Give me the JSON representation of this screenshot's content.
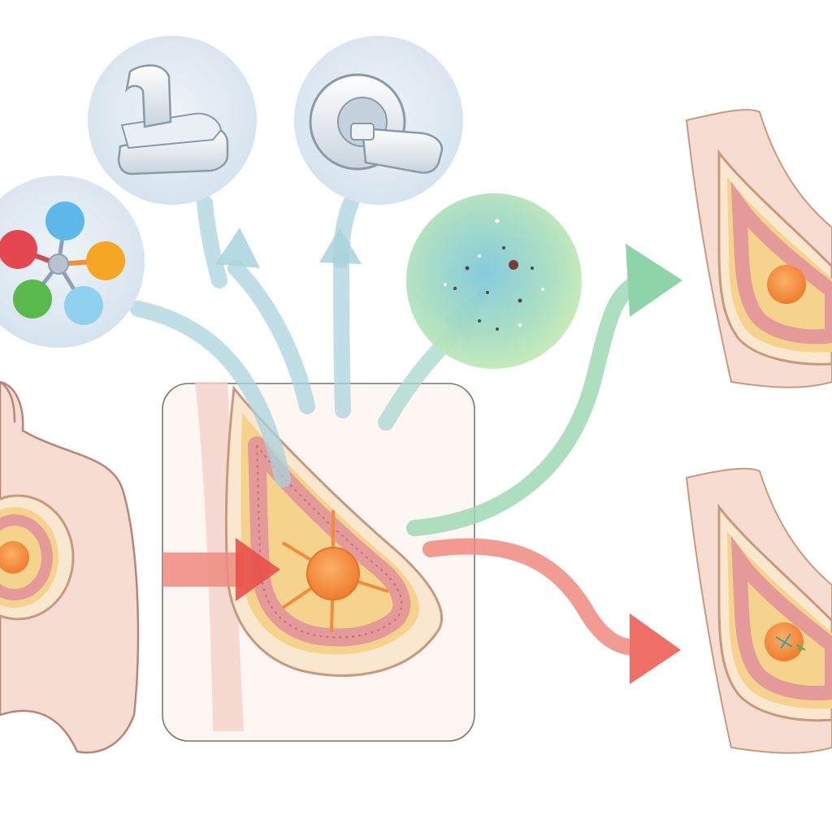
{
  "colors": {
    "background": "#ffffff",
    "skin": "#f7dcd2",
    "skin_outline": "#b9857a",
    "fat_tissue": "#f6d38c",
    "glandular_tissue": "#e7a4a0",
    "tumor": "#f28b3c",
    "arrow_blue": "#a9d3dc",
    "arrow_green": "#9fd8b4",
    "arrow_red": "#f08a80",
    "icon_circle": "#dfe9f1",
    "molecule_red": "#e4474f",
    "molecule_blue": "#5fb8ea",
    "molecule_orange": "#f5a623",
    "molecule_green": "#59b94a",
    "molecule_light_blue": "#8fd0ef"
  },
  "icons": {
    "molecular": "molecular-network-icon",
    "mammography": "mammography-machine-icon",
    "mri": "mri-scanner-icon",
    "microscopy": "microscopic-cells-icon"
  },
  "panels": {
    "source": "torso-with-breast-cross-section",
    "focus": "breast-cross-section-with-tumor",
    "outcome_top": "breast-outcome-healthy",
    "outcome_bottom": "breast-outcome-with-tumor"
  }
}
